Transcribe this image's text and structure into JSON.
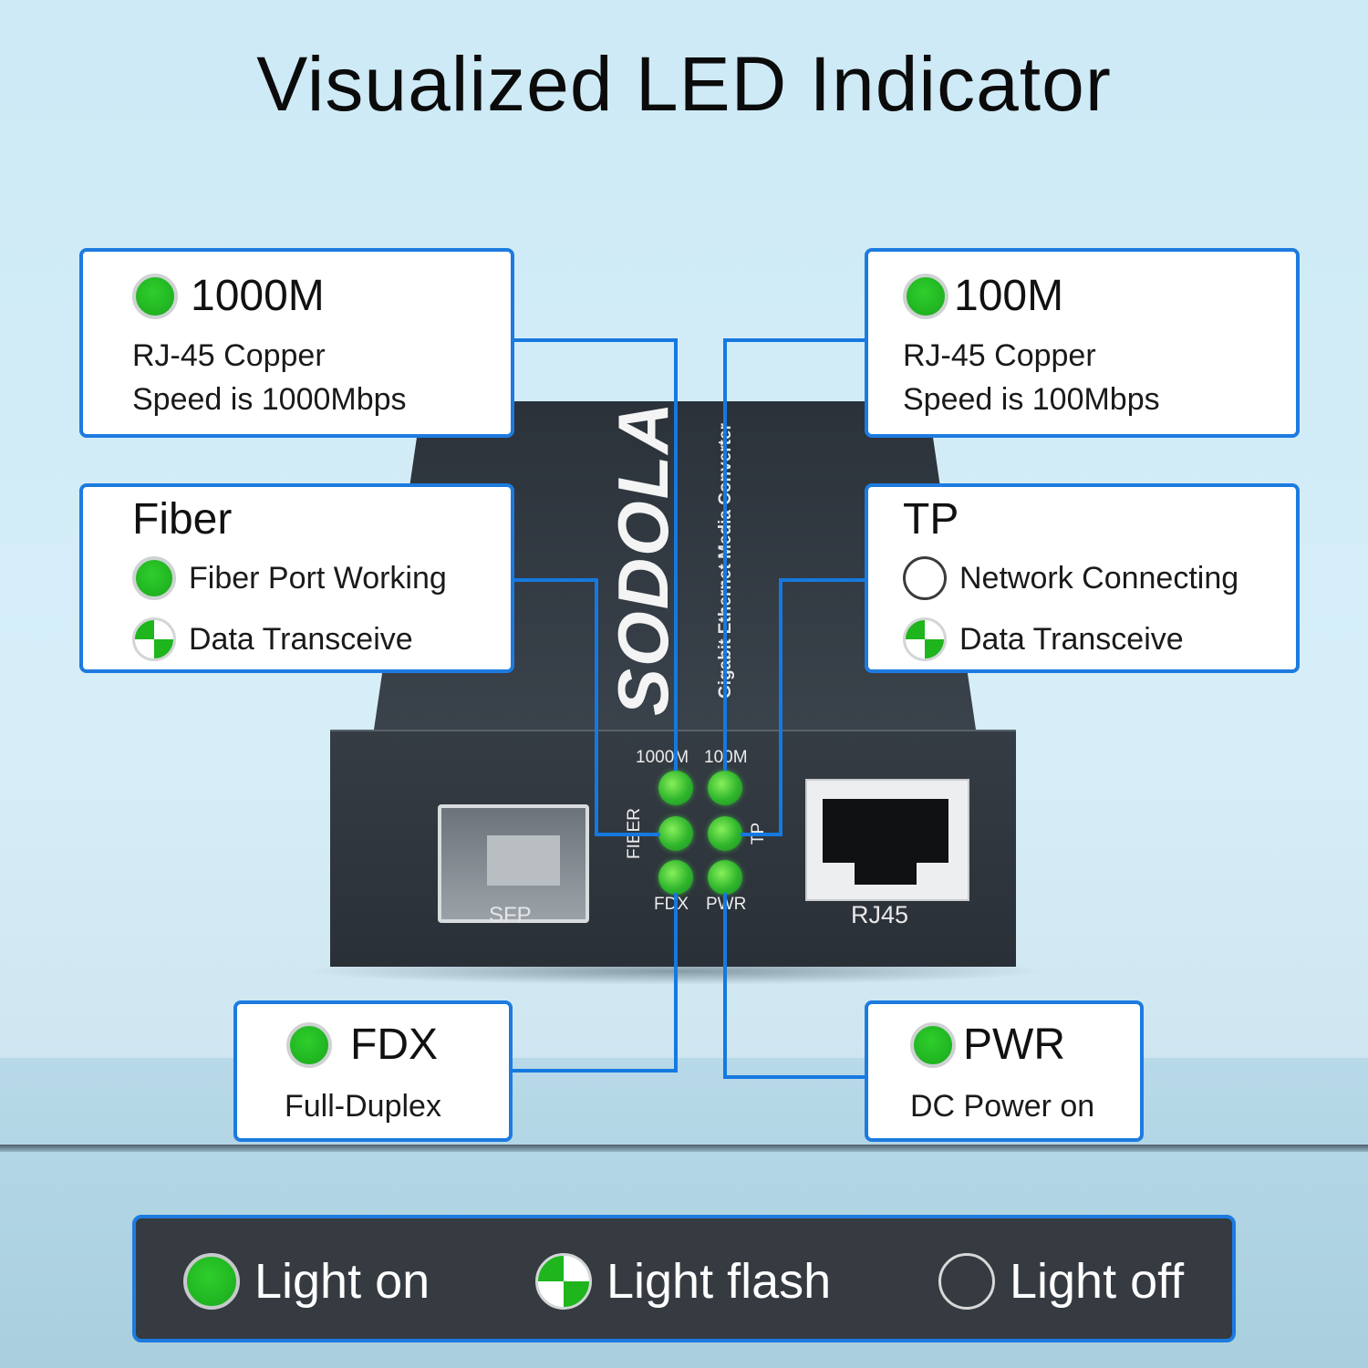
{
  "title": "Visualized LED Indicator",
  "accent_color": "#1d7be0",
  "device": {
    "brand": "SODOLA",
    "subtitle": "Gigabit Ethernet Media Converter",
    "sfp_label": "SFP",
    "rj45_label": "RJ45",
    "led_labels": {
      "m1000": "1000M",
      "m100": "100M",
      "fiber": "FIBER",
      "tp": "TP",
      "fdx": "FDX",
      "pwr": "PWR"
    }
  },
  "callouts": {
    "m1000": {
      "state": "on",
      "title": "1000M",
      "line1": "RJ-45 Copper",
      "line2": "Speed is 1000Mbps"
    },
    "m100": {
      "state": "on",
      "title": "100M",
      "line1": "RJ-45 Copper",
      "line2": "Speed is 100Mbps"
    },
    "fiber": {
      "title": "Fiber",
      "items": [
        {
          "state": "on",
          "label": "Fiber Port Working"
        },
        {
          "state": "flash",
          "label": "Data Transceive"
        }
      ]
    },
    "tp": {
      "title": "TP",
      "items": [
        {
          "state": "off",
          "label": "Network Connecting"
        },
        {
          "state": "flash",
          "label": "Data Transceive"
        }
      ]
    },
    "fdx": {
      "state": "on",
      "title": "FDX",
      "line1": "Full-Duplex"
    },
    "pwr": {
      "state": "on",
      "title": "PWR",
      "line1": "DC Power on"
    }
  },
  "legend": {
    "on": "Light on",
    "flash": "Light flash",
    "off": "Light off"
  }
}
